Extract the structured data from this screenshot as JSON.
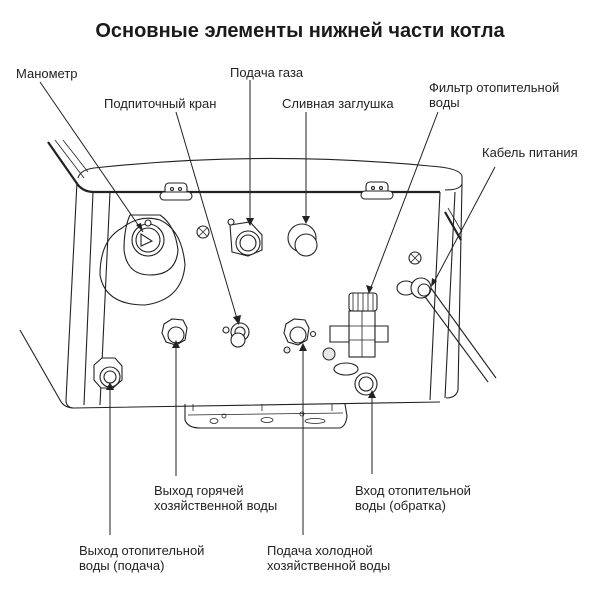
{
  "title": "Основные элементы нижней части котла",
  "labels": {
    "manometer": "Манометр",
    "gas_supply": "Подача газа",
    "makeup_valve": "Подпиточный кран",
    "drain_plug": "Сливная заглушка",
    "heating_filter_line1": "Фильтр отопительной",
    "heating_filter_line2": "воды",
    "power_cable": "Кабель питания",
    "hot_dhw_out_line1": "Выход горячей",
    "hot_dhw_out_line2": "хозяйственной воды",
    "heating_return_line1": "Вход отопительной",
    "heating_return_line2": "воды (обратка)",
    "heating_supply_line1": "Выход отопительной",
    "heating_supply_line2": "воды (подача)",
    "cold_dhw_in_line1": "Подача холодной",
    "cold_dhw_in_line2": "хозяйственной воды"
  },
  "colors": {
    "line": "#222222",
    "background": "#ffffff"
  }
}
